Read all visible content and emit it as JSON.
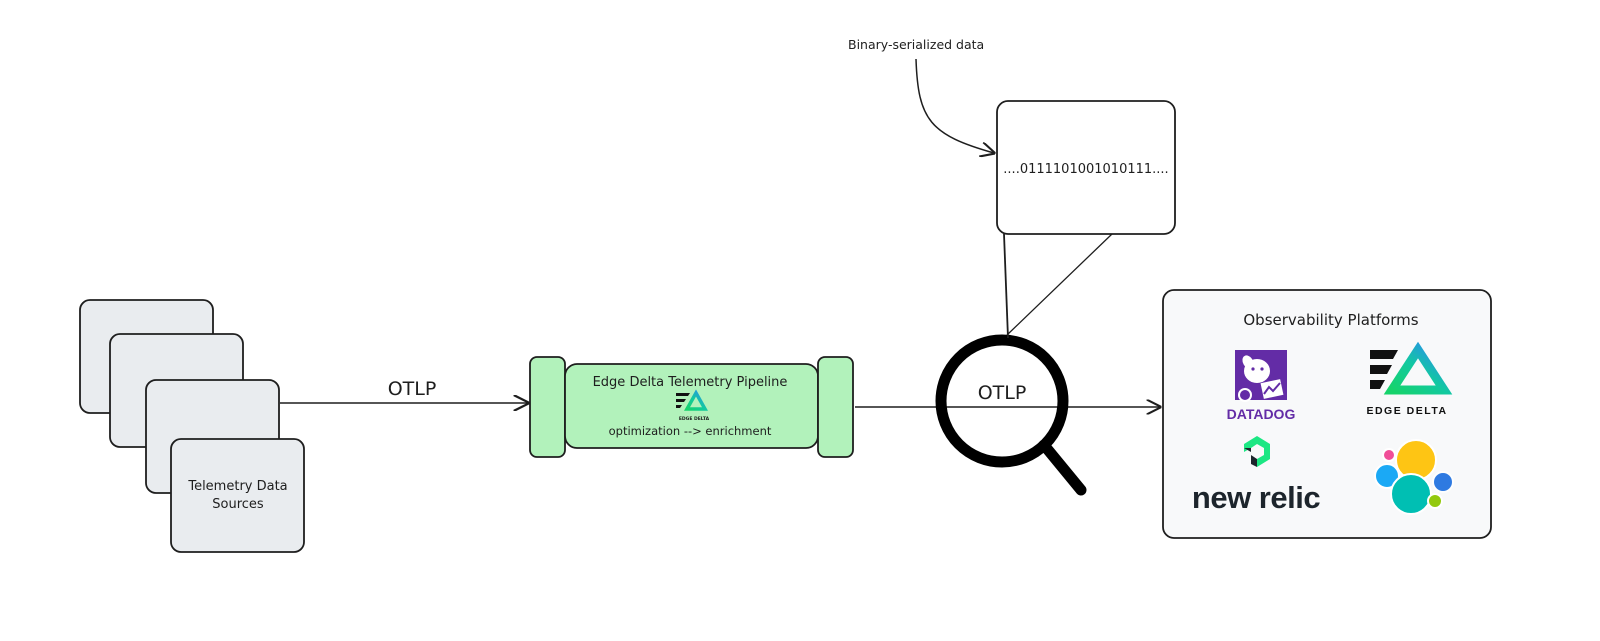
{
  "sources": {
    "label_line1": "Telemetry Data",
    "label_line2": "Sources",
    "fill": "#e9ecef"
  },
  "edge1": {
    "label": "OTLP"
  },
  "pipeline": {
    "title": "Edge Delta Telemetry Pipeline",
    "logo_text": "EDGE DELTA",
    "subtitle": "optimization --> enrichment",
    "fill": "#b2f2bb"
  },
  "edge2": {
    "label": "OTLP"
  },
  "annotation": {
    "label": "Binary-serialized data"
  },
  "binary_box": {
    "text": "....0111101001010111...."
  },
  "platforms": {
    "title": "Observability Platforms",
    "fill": "#f8f9fa",
    "logos": [
      {
        "name": "datadog",
        "text": "DATADOG",
        "color": "#632ca6"
      },
      {
        "name": "edge-delta",
        "text": "EDGE DELTA",
        "color": "#1e1e1e"
      },
      {
        "name": "new-relic",
        "text": "new relic",
        "color": "#1d252c"
      },
      {
        "name": "elastic",
        "text": "",
        "color": "#fec514"
      }
    ]
  }
}
